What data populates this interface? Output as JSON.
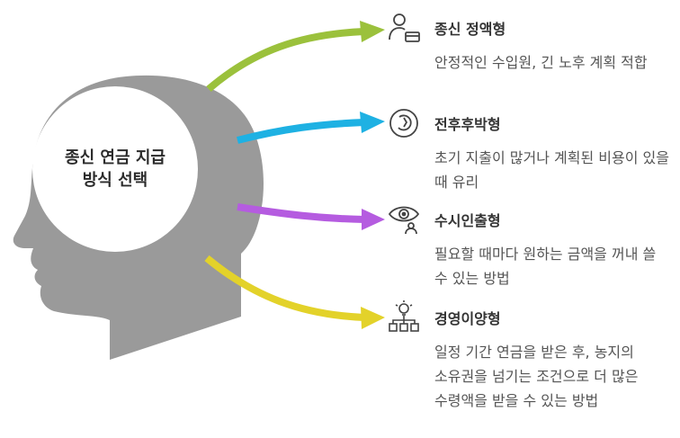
{
  "center": {
    "line1": "종신 연금 지급",
    "line2": "방식 선택"
  },
  "colors": {
    "head": "#9a9a9a",
    "green": "#9bc13c",
    "blue": "#1eb1e3",
    "purple": "#b55ce0",
    "yellow": "#e3d22a"
  },
  "items": [
    {
      "icon": "user-card-icon",
      "title": "종신 정액형",
      "desc": "안정적인 수입원, 긴 노후 계획 적합"
    },
    {
      "icon": "clock-refresh-icon",
      "title": "전후후박형",
      "desc": "초기 지출이 많거나 계획된 비용이 있을 때 유리"
    },
    {
      "icon": "eye-person-icon",
      "title": "수시인출형",
      "desc": "필요할 때마다 원하는 금액을 꺼내 쓸 수 있는 방법"
    },
    {
      "icon": "people-idea-icon",
      "title": "경영이양형",
      "desc": "일정 기간 연금을 받은 후, 농지의 소유권을 넘기는 조건으로 더 많은 수령액을 받을 수 있는 방법"
    }
  ]
}
